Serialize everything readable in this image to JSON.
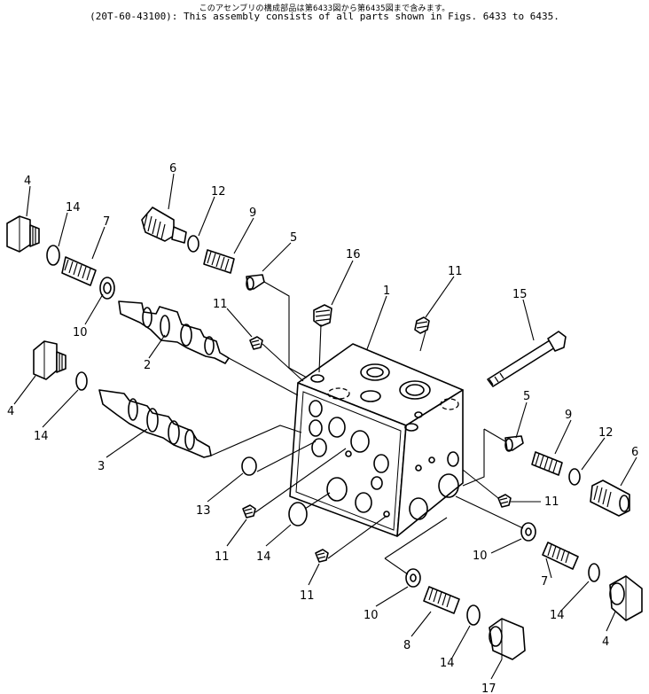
{
  "header": {
    "line1": "このアセンブリの構成部品は第6433図から第6435図まで含みます。",
    "line2": "(20T-60-43100): This assembly consists of all parts shown in Figs. 6433 to 6435."
  },
  "callouts": [
    {
      "id": "c4a",
      "label": "4"
    },
    {
      "id": "c14a",
      "label": "14"
    },
    {
      "id": "c7a",
      "label": "7"
    },
    {
      "id": "c6a",
      "label": "6"
    },
    {
      "id": "c12a",
      "label": "12"
    },
    {
      "id": "c9a",
      "label": "9"
    },
    {
      "id": "c5a",
      "label": "5"
    },
    {
      "id": "c16",
      "label": "16"
    },
    {
      "id": "c11a",
      "label": "11"
    },
    {
      "id": "c10a",
      "label": "10"
    },
    {
      "id": "c11b",
      "label": "11"
    },
    {
      "id": "c2",
      "label": "2"
    },
    {
      "id": "c1",
      "label": "1"
    },
    {
      "id": "c15",
      "label": "15"
    },
    {
      "id": "c4b",
      "label": "4"
    },
    {
      "id": "c14b",
      "label": "14"
    },
    {
      "id": "c3",
      "label": "3"
    },
    {
      "id": "c5b",
      "label": "5"
    },
    {
      "id": "c9b",
      "label": "9"
    },
    {
      "id": "c12b",
      "label": "12"
    },
    {
      "id": "c6b",
      "label": "6"
    },
    {
      "id": "c13",
      "label": "13"
    },
    {
      "id": "c11c",
      "label": "11"
    },
    {
      "id": "c11d",
      "label": "11"
    },
    {
      "id": "c14c",
      "label": "14"
    },
    {
      "id": "c10b",
      "label": "10"
    },
    {
      "id": "c7b",
      "label": "7"
    },
    {
      "id": "c11e",
      "label": "11"
    },
    {
      "id": "c10c",
      "label": "10"
    },
    {
      "id": "c14d",
      "label": "14"
    },
    {
      "id": "c8",
      "label": "8"
    },
    {
      "id": "c4c",
      "label": "4"
    },
    {
      "id": "c14e",
      "label": "14"
    },
    {
      "id": "c17",
      "label": "17"
    }
  ]
}
